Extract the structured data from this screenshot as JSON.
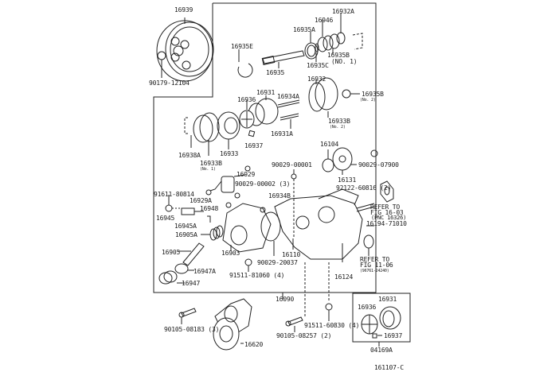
{
  "diagram": {
    "title_code": "161107-C",
    "kit_label": "04169A",
    "labels": {
      "p16939": "16939",
      "p90179_12104": "90179-12104",
      "p16935E": "16935E",
      "p16935": "16935",
      "p16935A": "16935A",
      "p16946": "16946",
      "p16932A": "16932A",
      "p16935B_1": "16935B",
      "p16935B_1_note": "(NO. 1)",
      "p16935C": "16935C",
      "p16932": "16932",
      "p16935B_2": "16935B",
      "p16935B_2_note": "(No. 2)",
      "p16931": "16931",
      "p16934A": "16934A",
      "p16936": "16936",
      "p16931A": "16931A",
      "p16933B_2": "16933B",
      "p16933B_2_note": "(No. 2)",
      "p16937": "16937",
      "p16938A": "16938A",
      "p16933": "16933",
      "p16933B_1": "16933B",
      "p16933B_1_note": "(No. 1)",
      "p16104": "16104",
      "p90029_00001": "90029-00001",
      "p90029_07900": "90029-07900",
      "p16131": "16131",
      "p92122_60816": "92122-60816 (2)",
      "p16929": "16929",
      "p90029_00002": "90029-00002 (3)",
      "p91611_80814": "91611-80814",
      "p16929A": "16929A",
      "p16934B": "16934B",
      "p16948": "16948",
      "p16945": "16945",
      "p16945A": "16945A",
      "p16905A": "16905A",
      "refer1_line1": "REFER TO",
      "refer1_line2": "FIG 16-03",
      "refer1_line3": "(PNC 16326)",
      "p16194_71010": "16194-71010",
      "p16905": "16905",
      "p16903": "16903",
      "p90029_20037": "90029-20037",
      "p16110": "16110",
      "refer2_line1": "REFER TO",
      "refer2_line2": "FIG 11-06",
      "refer2_line3": "(96761-24240)",
      "p16947A": "16947A",
      "p91511_81060": "91511-81060 (4)",
      "p16124": "16124",
      "p16947": "16947",
      "p16090": "16090",
      "p90105_08183": "90105-08183 (3)",
      "p91511_60830": "91511-60830 (4)",
      "p90105_08257": "90105-08257 (2)",
      "p16620": "16620",
      "kit_16936": "16936",
      "kit_16931": "16931",
      "kit_16937": "16937"
    }
  }
}
